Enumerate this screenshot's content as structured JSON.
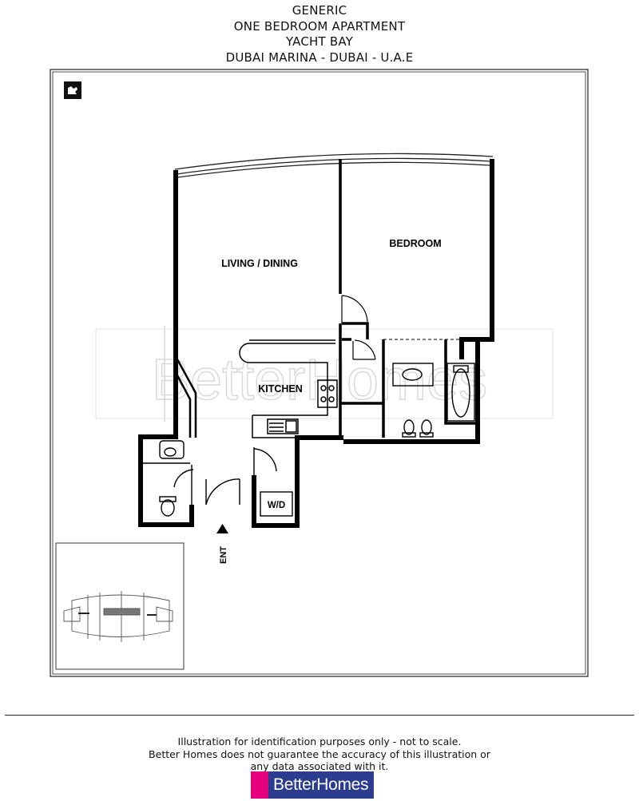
{
  "header": {
    "line1": "GENERIC",
    "line2": "ONE BEDROOM APARTMENT",
    "line3": "YACHT BAY",
    "line4": "DUBAI MARINA - DUBAI - U.A.E"
  },
  "rooms": {
    "living_dining": "LIVING / DINING",
    "bedroom": "BEDROOM",
    "kitchen": "KITCHEN",
    "washer_dryer": "W/D",
    "entrance": "ENT"
  },
  "watermark": "BetterHomes",
  "icons": {
    "corner_symbol": "compass-hand-icon",
    "entrance_marker": "entrance-arrow-icon"
  },
  "disclaimer": {
    "line1": "Illustration for identification purposes only - not to scale.",
    "line2": "Better Homes does not guarantee the accuracy of this illustration or",
    "line3": "any data associated with it."
  },
  "logo": {
    "text": "BetterHomes"
  },
  "colors": {
    "brand_pink": "#e6007e",
    "brand_blue": "#2c3d8f",
    "wall": "#000000",
    "watermark": "#bdbdbd"
  }
}
